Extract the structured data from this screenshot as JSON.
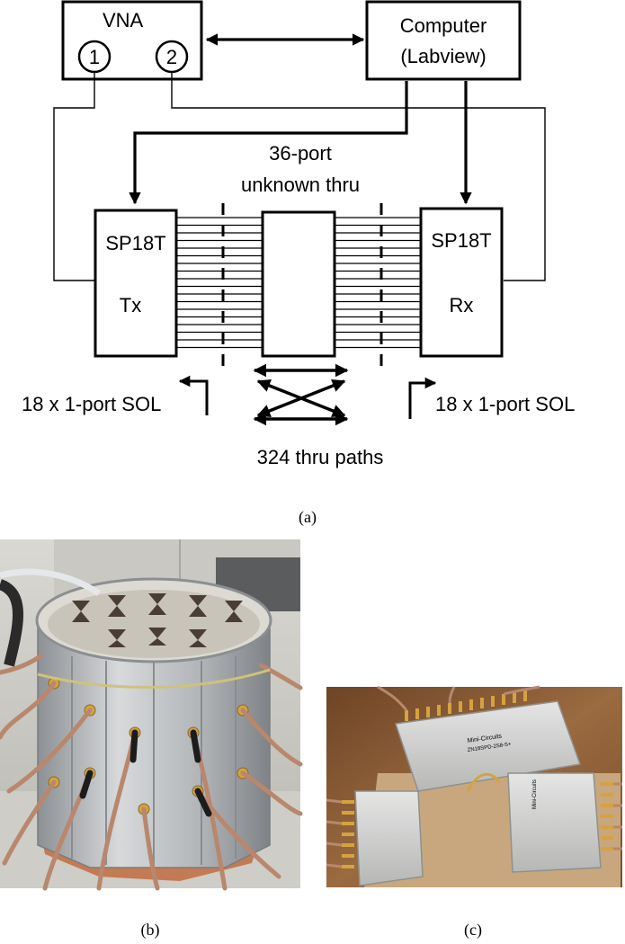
{
  "diagram": {
    "vna_label": "VNA",
    "port1_label": "1",
    "port2_label": "2",
    "computer_line1": "Computer",
    "computer_line2": "(Labview)",
    "unknown_thru_line1": "36-port",
    "unknown_thru_line2": "unknown thru",
    "tx_switch_label": "SP18T",
    "tx_label": "Tx",
    "rx_switch_label": "SP18T",
    "rx_label": "Rx",
    "sol_left": "18 x 1-port SOL",
    "sol_right": "18 x 1-port SOL",
    "thru_paths": "324 thru paths",
    "caption_a": "(a)"
  },
  "photos": {
    "caption_b": "(b)",
    "caption_c": "(c)",
    "photo_b_subject": "cylindrical-antenna-array-photo",
    "photo_c_subject": "switch-matrix-photo",
    "photo_c_label_1": "Mini-Circuits",
    "photo_c_label_2": "ZN18SPD-2S8-S+",
    "photo_c_label_3": "Mini-Circuits"
  },
  "colors": {
    "line": "#000000",
    "background": "#ffffff",
    "aluminum": "#b9bcbf",
    "cable": "#b8876d",
    "wood": "#8a5a35",
    "connector_gold": "#d4a340"
  }
}
